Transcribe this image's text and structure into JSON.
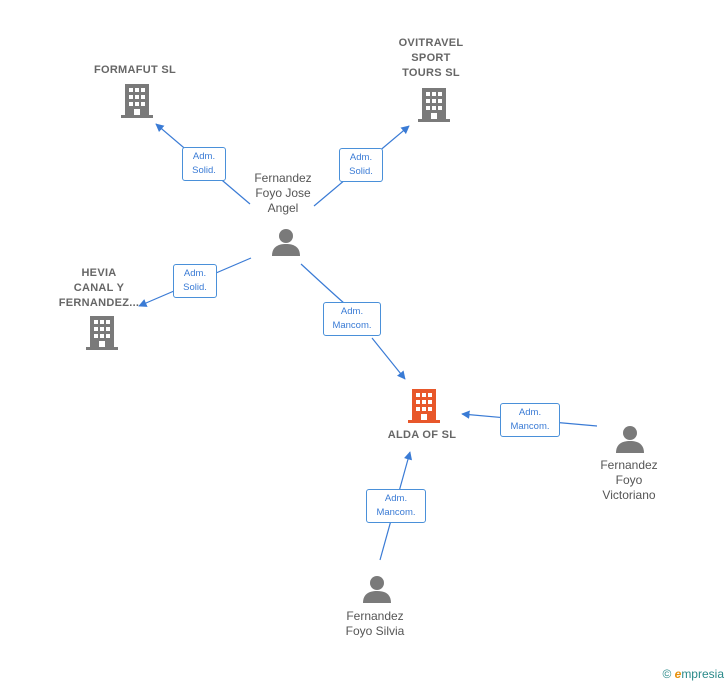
{
  "colors": {
    "edge": "#3a7bd5",
    "company_icon": "#7a7a7a",
    "main_company_icon": "#e8572a",
    "person_icon": "#7a7a7a"
  },
  "nodes": {
    "formafut": {
      "label": "FORMAFUT  SL",
      "type": "company"
    },
    "ovitravel": {
      "label": "OVITRAVEL\nSPORT\nTOURS  SL",
      "type": "company"
    },
    "hevia": {
      "label": "HEVIA\nCANAL Y\nFERNANDEZ...",
      "type": "company"
    },
    "alda": {
      "label": "ALDA OF  SL",
      "type": "main-company"
    },
    "jose_angel": {
      "label": "Fernandez\nFoyo Jose\nAngel",
      "type": "person"
    },
    "victoriano": {
      "label": "Fernandez\nFoyo\nVictoriano",
      "type": "person"
    },
    "silvia": {
      "label": "Fernandez\nFoyo Silvia",
      "type": "person"
    }
  },
  "edges": [
    {
      "from": "jose_angel",
      "to": "formafut",
      "label": "Adm.\nSolid."
    },
    {
      "from": "jose_angel",
      "to": "ovitravel",
      "label": "Adm.\nSolid."
    },
    {
      "from": "jose_angel",
      "to": "hevia",
      "label": "Adm.\nSolid."
    },
    {
      "from": "jose_angel",
      "to": "alda",
      "label": "Adm.\nMancom."
    },
    {
      "from": "victoriano",
      "to": "alda",
      "label": "Adm.\nMancom."
    },
    {
      "from": "silvia",
      "to": "alda",
      "label": "Adm.\nMancom."
    }
  ],
  "footer": {
    "copyright": "©",
    "brand_first": "e",
    "brand_rest": "mpresia"
  }
}
